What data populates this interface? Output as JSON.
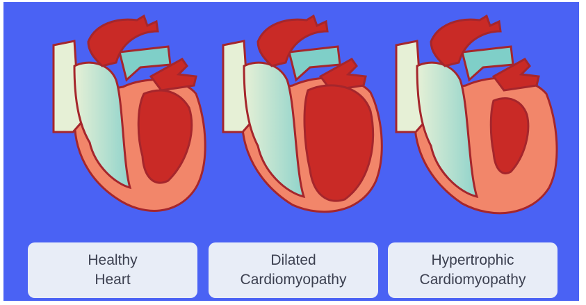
{
  "colors": {
    "background": "#4a62f4",
    "card": "#e8edf7",
    "card_text": "#3c4050",
    "muscle": "#f2866a",
    "muscle_outline": "#a5262c",
    "right_side": "#bfe3d8",
    "left_side": "#c92a26",
    "vessel_light": "#e6f0d6",
    "aorta_teal": "#7fcfc8"
  },
  "panels": [
    {
      "icon": "healthy-heart-icon",
      "line1": "Healthy",
      "line2": "Heart"
    },
    {
      "icon": "dilated-heart-icon",
      "line1": "Dilated",
      "line2": "Cardiomyopathy"
    },
    {
      "icon": "hypertrophic-heart-icon",
      "line1": "Hypertrophic",
      "line2": "Cardiomyopathy"
    }
  ]
}
